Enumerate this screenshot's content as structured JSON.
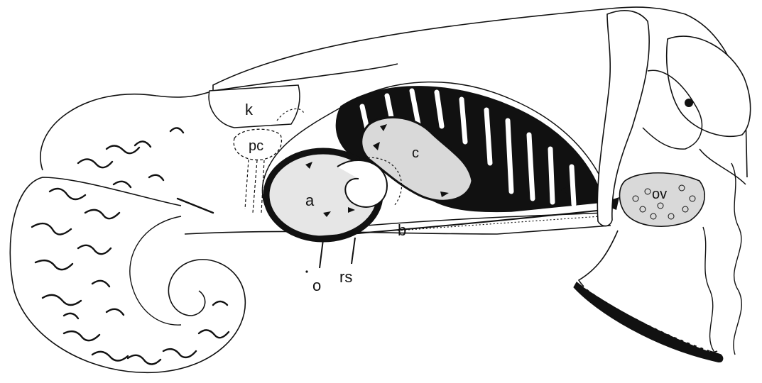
{
  "figure": {
    "colors": {
      "ink": "#111111",
      "paper": "#ffffff",
      "stipple": "#d9d9d9"
    },
    "labels": {
      "k": "k",
      "pc": "pc",
      "a": "a",
      "c": "c",
      "b": "b",
      "o": "o",
      "rs": "rs",
      "ov": "ov"
    }
  }
}
